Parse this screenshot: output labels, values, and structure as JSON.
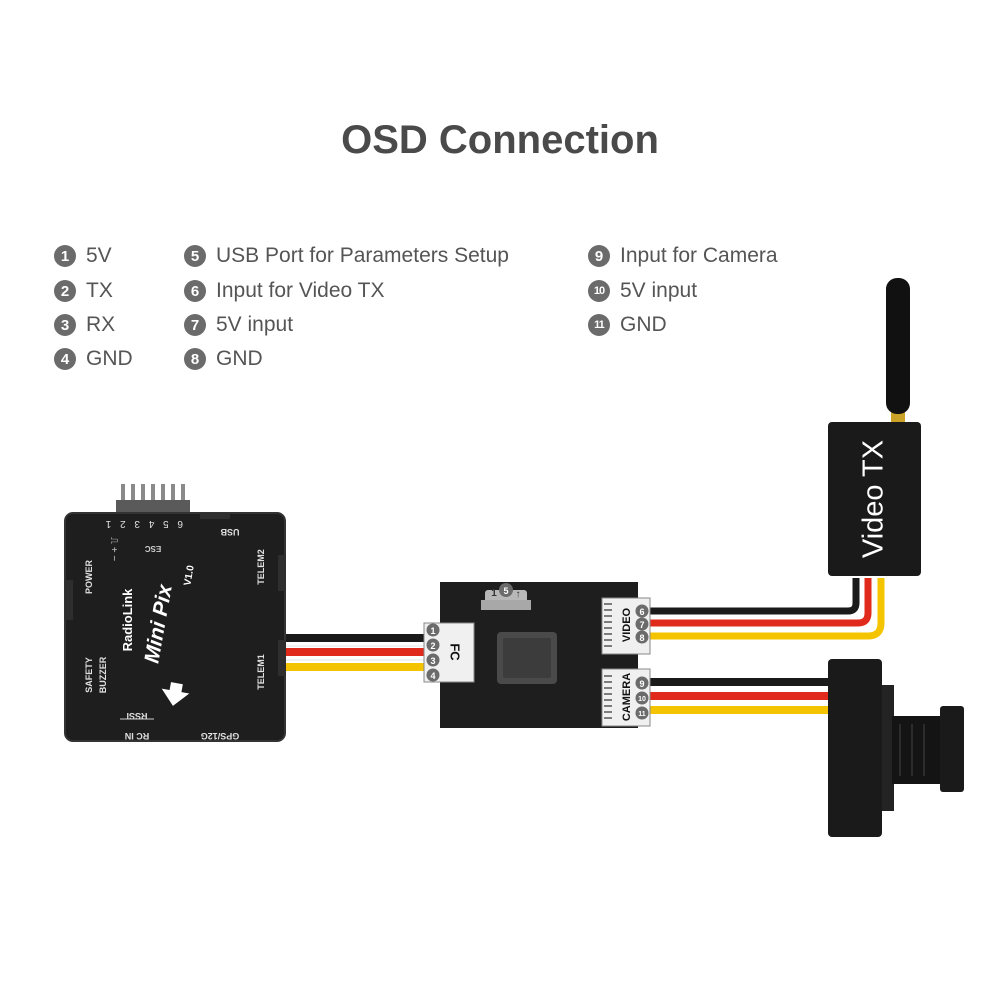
{
  "title": "OSD Connection",
  "legend": [
    {
      "num": "1",
      "text": "5V"
    },
    {
      "num": "2",
      "text": "TX"
    },
    {
      "num": "3",
      "text": "RX"
    },
    {
      "num": "4",
      "text": "GND"
    },
    {
      "num": "5",
      "text": "USB Port for Parameters Setup"
    },
    {
      "num": "6",
      "text": "Input for Video TX"
    },
    {
      "num": "7",
      "text": "5V input"
    },
    {
      "num": "8",
      "text": "GND"
    },
    {
      "num": "9",
      "text": "Input for Camera"
    },
    {
      "num": "10",
      "text": "5V input"
    },
    {
      "num": "11",
      "text": "GND"
    }
  ],
  "flight_controller": {
    "brand": "RadioLink",
    "model": "Mini Pix",
    "version": "V1.0",
    "esc_pins": "6 5 4 3 2 1",
    "esc_label": "ESC",
    "esc_symbols": "⎍ + −",
    "usb": "USB",
    "telem2": "TELEM2",
    "telem1": "TELEM1",
    "power": "POWER",
    "safety": "SAFETY",
    "buzzer": "BUZZER",
    "rssi": "RSSI",
    "rc_in": "RC IN",
    "gps": "GPS/12G"
  },
  "osd": {
    "fc_label": "FC",
    "video_label": "VIDEO",
    "camera_label": "CAMERA",
    "usb_pin1": "1",
    "usb_num": "5"
  },
  "video_tx": {
    "label": "Video TX"
  },
  "colors": {
    "board": "#1e1e1e",
    "wire_black": "#1a1a1a",
    "wire_red": "#e02a1c",
    "wire_yellow": "#f5c400",
    "badge": "#6b6b6b",
    "title": "#4a4a4a"
  }
}
